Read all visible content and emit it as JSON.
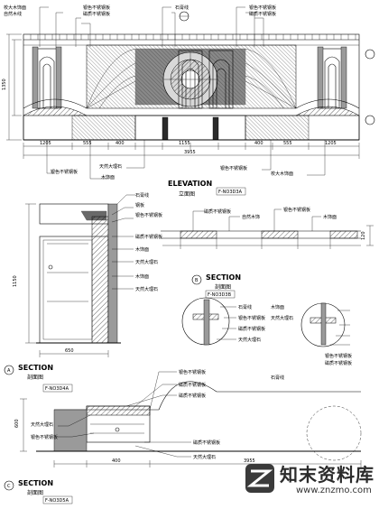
{
  "elevation": {
    "title": "ELEVATION",
    "subtitle": "立面图",
    "tag": "F-NO3D3A",
    "top_callouts_left": [
      "校大木饰面",
      "自然木线",
      "银色不锈钢板",
      "磁质不锈钢板"
    ],
    "top_callouts_right": [
      "石膏线",
      "银色不锈钢板",
      "磁质不锈钢板"
    ],
    "bottom_callouts_left": [
      "银色不锈钢板",
      "木饰面",
      "天然大理石"
    ],
    "bottom_callouts_right": [
      "银色不锈钢板",
      "校大木饰面"
    ],
    "dim_total": "3955",
    "dim_height": "1350",
    "dim_segments": [
      "1205",
      "555",
      "400",
      "1155",
      "400",
      "555",
      "1205"
    ]
  },
  "section_a": {
    "title": "SECTION",
    "subtitle": "剖面图",
    "tag": "F-NO3D4A",
    "callouts": [
      "石膏线",
      "钢板",
      "银色不锈钢板",
      "磁质不锈钢板",
      "木饰面",
      "天然大理石",
      "木饰面",
      "天然大理石"
    ],
    "dims": [
      "650",
      "1150"
    ]
  },
  "section_b": {
    "title": "SECTION",
    "subtitle": "剖面图",
    "tag": "F-NO3D3B",
    "callouts": [
      "磁质不锈钢板",
      "自然木饰",
      "银色不锈钢板",
      "木饰面"
    ],
    "dims": [
      "120"
    ]
  },
  "detail": {
    "callouts": [
      "石膏线",
      "银色不锈钢板",
      "磁质不锈钢板",
      "天然大理石",
      "木饰面",
      "天然大理石",
      "银色不锈钢板",
      "磁质不锈钢板"
    ]
  },
  "section_c": {
    "title": "SECTION",
    "subtitle": "剖面图",
    "tag": "F-NO3D5A",
    "callouts": [
      "银色不锈钢板",
      "磁质不锈钢板",
      "磁质不锈钢板",
      "天然大理石",
      "银色不锈钢板",
      "磁质不锈钢板",
      "天然大理石",
      "石膏线"
    ],
    "dims": [
      "600",
      "400",
      "3955"
    ]
  },
  "watermark": {
    "main": "知末资料库",
    "url": "www.znzmo.com"
  }
}
